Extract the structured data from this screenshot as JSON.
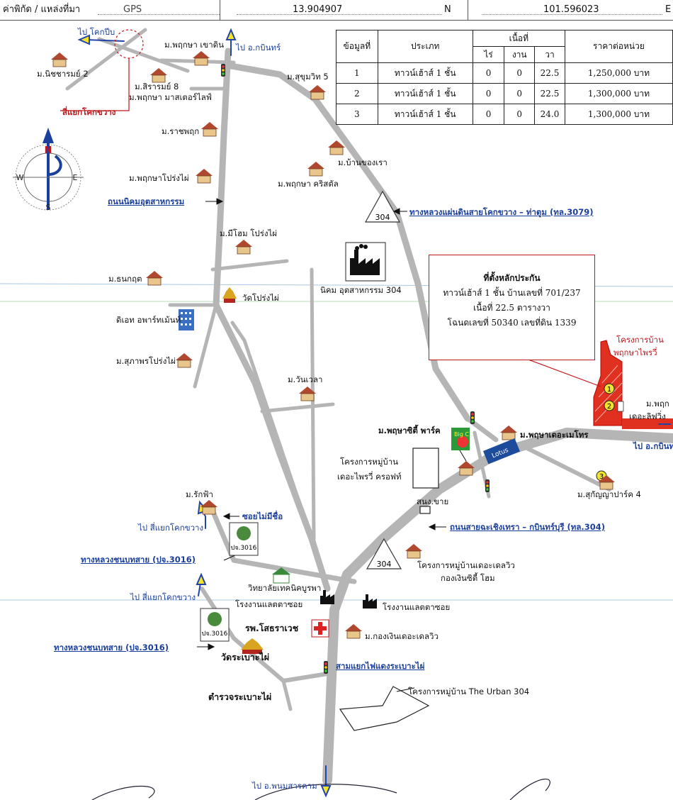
{
  "header": {
    "coord_label": "ค่าพิกัด / แหล่งที่มา",
    "source": "GPS",
    "latitude": "13.904907",
    "lat_suffix": "N",
    "longitude": "101.596023",
    "lon_suffix": "E"
  },
  "table": {
    "headers": {
      "info": "ข้อมูลที่",
      "type": "ประเภท",
      "area": "เนื้อที่",
      "rai": "ไร่",
      "ngan": "งาน",
      "wa": "วา",
      "price": "ราคาต่อหน่วย"
    },
    "rows": [
      {
        "no": "1",
        "type": "ทาวน์เฮ้าส์ 1 ชั้น",
        "rai": "0",
        "ngan": "0",
        "wa": "22.5",
        "price": "1,250,000 บาท"
      },
      {
        "no": "2",
        "type": "ทาวน์เฮ้าส์ 1 ชั้น",
        "rai": "0",
        "ngan": "0",
        "wa": "22.5",
        "price": "1,300,000 บาท"
      },
      {
        "no": "3",
        "type": "ทาวน์เฮ้าส์ 1 ชั้น",
        "rai": "0",
        "ngan": "0",
        "wa": "24.0",
        "price": "1,300,000 บาท"
      }
    ]
  },
  "callout": {
    "line1": "ที่ตั้งหลักประกัน",
    "line2": "ทาวน์เฮ้าส์ 1 ชั้น บ้านเลขที่ 701/237",
    "line3": "เนื้อที่ 22.5 ตารางวา",
    "line4": "โฉนดเลขที่ 50340 เลขที่ดิน 1339"
  },
  "compass": {
    "n": "N",
    "s": "S",
    "e": "E",
    "w": "W"
  },
  "labels": {
    "to_khok_peep": "ไป โคกปีบ",
    "to_kabin": "ไป อ.กบินทร์",
    "m_nitcharam2": "ม.นิชชารมย์ 2",
    "m_pruksa_khaodin": "ม.พฤกษา เขาดิน",
    "m_siriram8": "ม.สิรารมย์ 8",
    "m_pruksa_master": "ม.พฤกษา มาสเตอร์ไลฟ์",
    "m_sukhumvit5": "ม.สุขุมวิท 5",
    "intersection_khokkwang": "สี่แยกโคกขวาง",
    "m_ratchaphruk": "ม.ราชพฤก",
    "m_baankhongrao": "ม.บ้านของเรา",
    "m_pruksa_crystal": "ม.พฤกษา คริสตัล",
    "m_pruksa_prongphai": "ม.พฤกษาโปร่งไผ่",
    "road_industrial": "ถนนนิคมอุตสาหกรรม",
    "route304_badge": "304",
    "highway3079": "ทางหลวงแผ่นดินสายโคกขวาง – ท่าตูม (ทล.3079)",
    "m_meehome": "ม.มีโฮม โปร่งไผ่",
    "m_thanakrit": "ม.ธนกฤต",
    "wat_prongphai": "วัดโปร่งไผ่",
    "industrial_estate": "นิคม อุตสาหกรรม 304",
    "dt_apartment": "ดิเอท อพาร์ทเม้นท์",
    "m_suphaphorn": "ม.สุภาพรโปร่งไผ่",
    "m_wanwela": "ม.วันเวลา",
    "project_pruksa_line1": "โครงการบ้าน",
    "project_pruksa_line2": "พฤกษาไพรวี่",
    "m_pruksa_right1": "ม.พฤก",
    "m_pruksa_right2": "เดอะลิฟวิ่ง",
    "m_pruksa_city_park": "ม.พฤษาซิตี้ พาร์ค",
    "m_pruksa_metro": "ม.พฤษาเดอะเมโทร",
    "to_kabin_right": "ไป อ.กบินท",
    "project_privy_line1": "โครงการหมู่บ้าน",
    "project_privy_line2": "เดอะไพรวี่ ครอฟท์",
    "m_sukanya4": "ม.สุกัญญาปาร์ค 4",
    "m_rakfa": "ม.รักฟ้า",
    "unnamed_soi": "ซอยไม่มีชื่อ",
    "to_khokkwang1": "ไป สี่แยกโคกขวาง",
    "post_office": "สนง.ขาย",
    "road304": "ถนนสายฉะเชิงเทรา – กบินทร์บุรี (ทล.304)",
    "highway3016": "ทางหลวงชนบทสาย (ปจ.3016)",
    "badge3016": "ปจ.3016",
    "route304_badge2": "304",
    "project_delaview_line1": "โครงการหมู่บ้านเดอะเดลวิว",
    "project_delaview_line2": "กองเงินซิตี้ โฮม",
    "tech_college": "วิทยาลัยเทคนิคบูรพา",
    "factory1": "โรงงานแลตตาซอย",
    "factory2": "โรงงานแลตตาซอย",
    "to_khokkwang2": "ไป สี่แยกโคกขวาง",
    "hospital": "รพ.โสธราเวช",
    "m_kongngoen": "ม.กองเงินเดอะเดลวิว",
    "highway3016b": "ทางหลวงชนบทสาย (ปจ.3016)",
    "wat_rabaophai": "วัดระเบาะไผ่",
    "junction_rabaophai": "สามแยกไฟแดงระเบาะไผ่",
    "project_urban": "โครงการหมู่บ้าน The Urban 304",
    "police_rabaophai": "ตำรวจระเบาะไผ่",
    "to_phanom": "ไป อ.พนมสารคาม",
    "store_bigc": "Big C",
    "store_lotus": "Lotus"
  },
  "markers": {
    "m1": "1",
    "m2": "2",
    "m3": "3"
  }
}
